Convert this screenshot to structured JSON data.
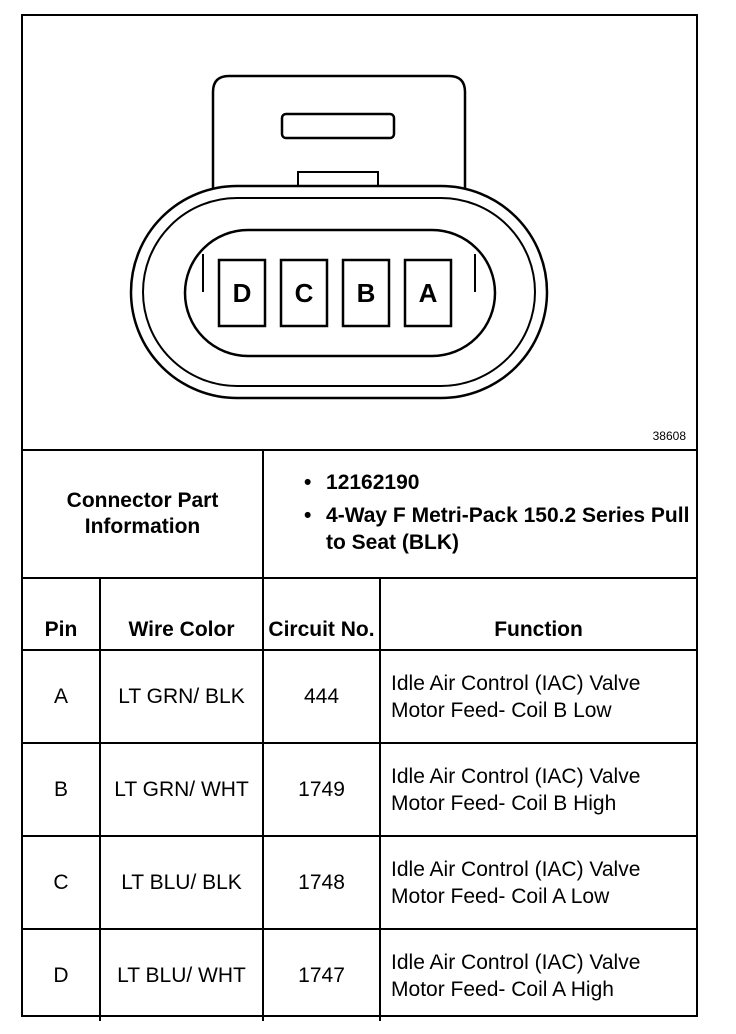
{
  "figure_id": "38608",
  "pins_in_diagram": [
    "D",
    "C",
    "B",
    "A"
  ],
  "connector_info": {
    "label": "Connector Part Information",
    "items": [
      "12162190",
      "4-Way F Metri-Pack 150.2 Series Pull to Seat (BLK)"
    ]
  },
  "headers": {
    "pin": "Pin",
    "wire_color": "Wire Color",
    "circuit": "Circuit No.",
    "function": "Function"
  },
  "rows": [
    {
      "pin": "A",
      "wire_color": "LT GRN/ BLK",
      "circuit": "444",
      "function": "Idle Air Control (IAC) Valve Motor Feed- Coil B Low"
    },
    {
      "pin": "B",
      "wire_color": "LT GRN/ WHT",
      "circuit": "1749",
      "function": "Idle Air Control (IAC) Valve Motor Feed- Coil B High"
    },
    {
      "pin": "C",
      "wire_color": "LT BLU/ BLK",
      "circuit": "1748",
      "function": "Idle Air Control (IAC) Valve Motor Feed- Coil A Low"
    },
    {
      "pin": "D",
      "wire_color": "LT BLU/ WHT",
      "circuit": "1747",
      "function": "Idle Air Control (IAC) Valve Motor Feed- Coil A High"
    }
  ]
}
